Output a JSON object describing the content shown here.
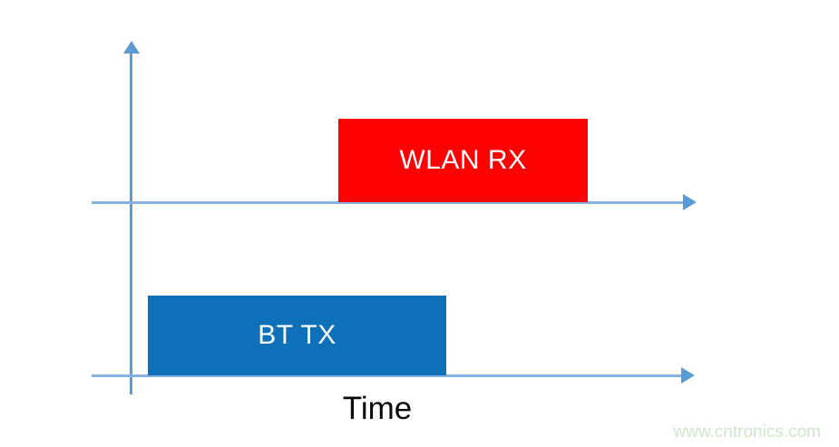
{
  "diagram": {
    "type": "timing-diagram",
    "blocks": [
      {
        "id": "wlan-rx",
        "label": "WLAN RX",
        "color": "#fe0000",
        "row": "top"
      },
      {
        "id": "bt-tx",
        "label": "BT TX",
        "color": "#0d70b8",
        "row": "bottom"
      }
    ],
    "axis": {
      "x_label": "Time",
      "axis_color": "#5b9bd5",
      "timeline_color": "#85b2e0"
    },
    "watermark": {
      "text": "www.cntronics.com",
      "color": "#cee9c8"
    }
  }
}
